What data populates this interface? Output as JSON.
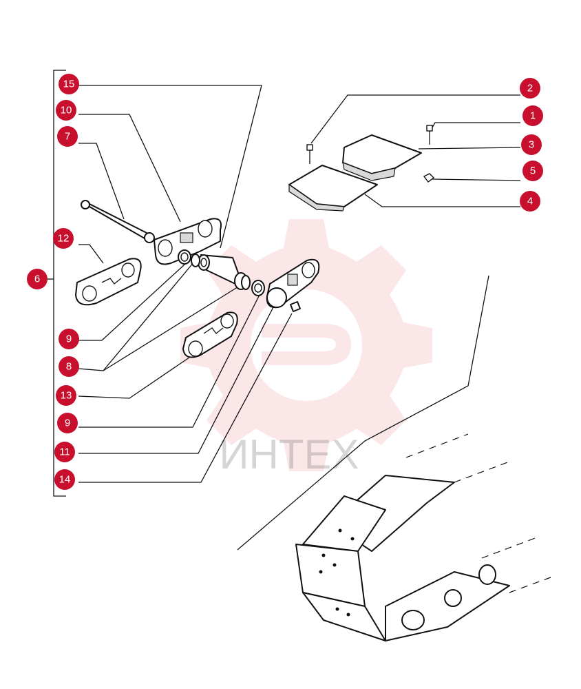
{
  "watermark": {
    "text": "ИНТЕХ",
    "color": "#e23b4b"
  },
  "callout_color": "#c8102e",
  "callouts": [
    {
      "id": "c15",
      "label": "15"
    },
    {
      "id": "c10",
      "label": "10"
    },
    {
      "id": "c7",
      "label": "7"
    },
    {
      "id": "c12",
      "label": "12"
    },
    {
      "id": "c6",
      "label": "6"
    },
    {
      "id": "c9a",
      "label": "9"
    },
    {
      "id": "c8",
      "label": "8"
    },
    {
      "id": "c13",
      "label": "13"
    },
    {
      "id": "c9b",
      "label": "9"
    },
    {
      "id": "c11",
      "label": "11"
    },
    {
      "id": "c14",
      "label": "14"
    },
    {
      "id": "c2",
      "label": "2"
    },
    {
      "id": "c1",
      "label": "1"
    },
    {
      "id": "c3",
      "label": "3"
    },
    {
      "id": "c5",
      "label": "5"
    },
    {
      "id": "c4",
      "label": "4"
    }
  ]
}
